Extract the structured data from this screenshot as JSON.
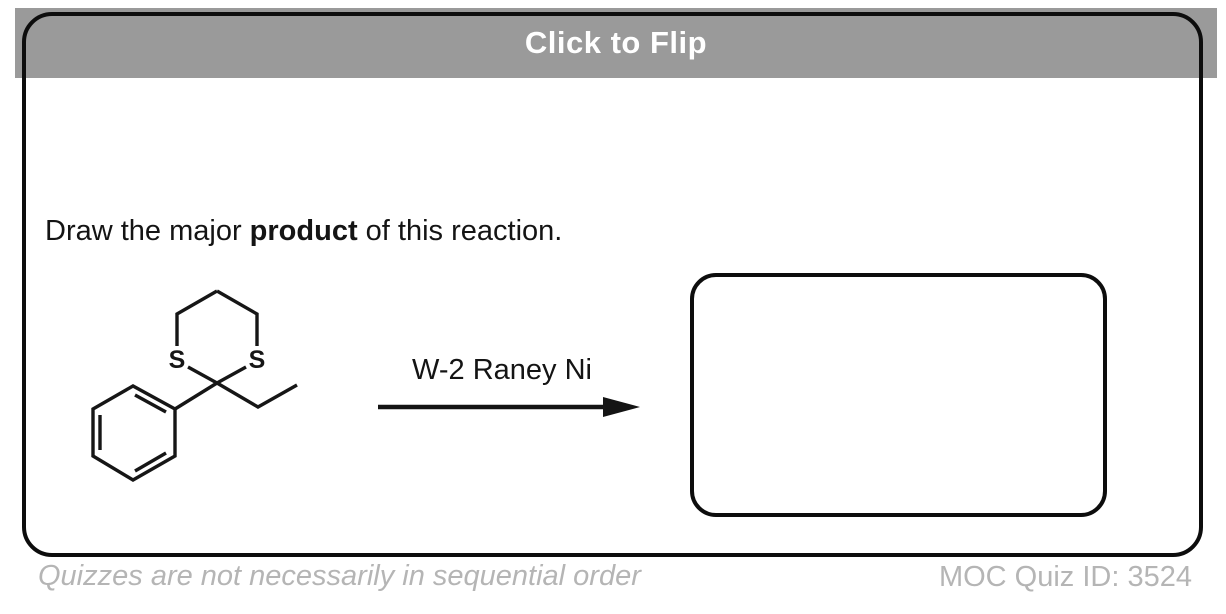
{
  "colors": {
    "banner_bg": "#9a9a9a",
    "banner_text": "#ffffff",
    "ink": "#141414",
    "card_border": "#0d0d0d",
    "muted_text": "#b5b5b5"
  },
  "banner": {
    "label": "Click to Flip"
  },
  "question": {
    "prefix": "Draw the major ",
    "emphasis": "product",
    "suffix": " of this reaction."
  },
  "reaction": {
    "reagent_label": "W-2 Raney Ni",
    "atom_labels": {
      "s_left": "S",
      "s_right": "S"
    }
  },
  "footer": {
    "left_note": "Quizzes are not necessarily in sequential order",
    "right_note": "MOC Quiz ID: 3524"
  }
}
